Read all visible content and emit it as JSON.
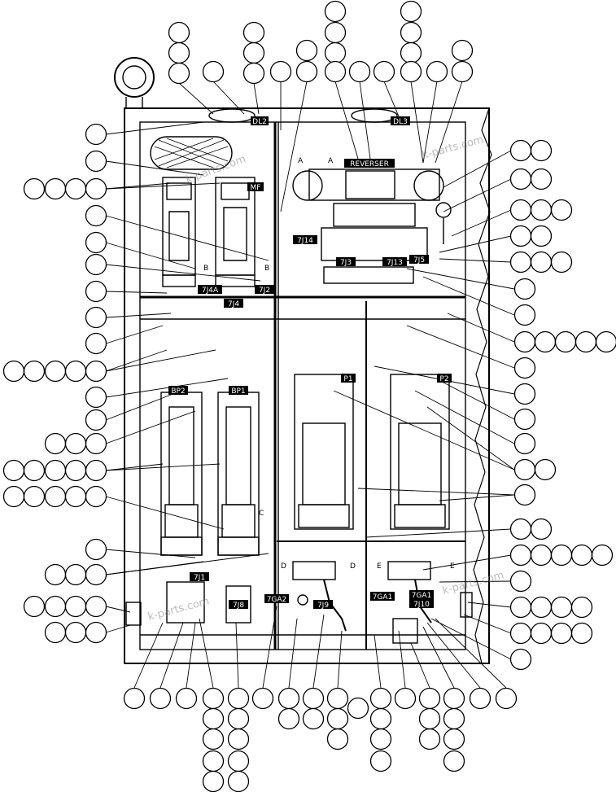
{
  "labels": {
    "dl2": "DL2",
    "dl3": "DL3",
    "reverser": "REVERSER",
    "j14": "7J14",
    "j3": "7J3",
    "j13": "7J13",
    "j5": "7J5",
    "j4a": "7J4A",
    "j2": "7J2",
    "j4": "7J4",
    "bp2": "BP2",
    "bp1": "BP1",
    "p1": "P1",
    "p2": "P2",
    "j1": "7J1",
    "j8": "7J8",
    "ga2": "7GA2",
    "j9": "7J9",
    "ga1": "7GA1",
    "ga1j10_a": "7GA1",
    "ga1j10_b": "7J10",
    "mf": "MF",
    "b_left": "B",
    "b_right": "B",
    "c_left": "C",
    "d_left": "D",
    "d_right": "D",
    "e_left": "E",
    "e_right": "E",
    "a_left": "A",
    "a_right": "A"
  },
  "watermarks": [
    "k-parts.com",
    "k-parts.com",
    "k-parts.com",
    "k-parts.com"
  ],
  "colors": {
    "line": "#000000",
    "background": "#ffffff",
    "tag_fill": "#000000",
    "tag_text": "#ffffff"
  }
}
